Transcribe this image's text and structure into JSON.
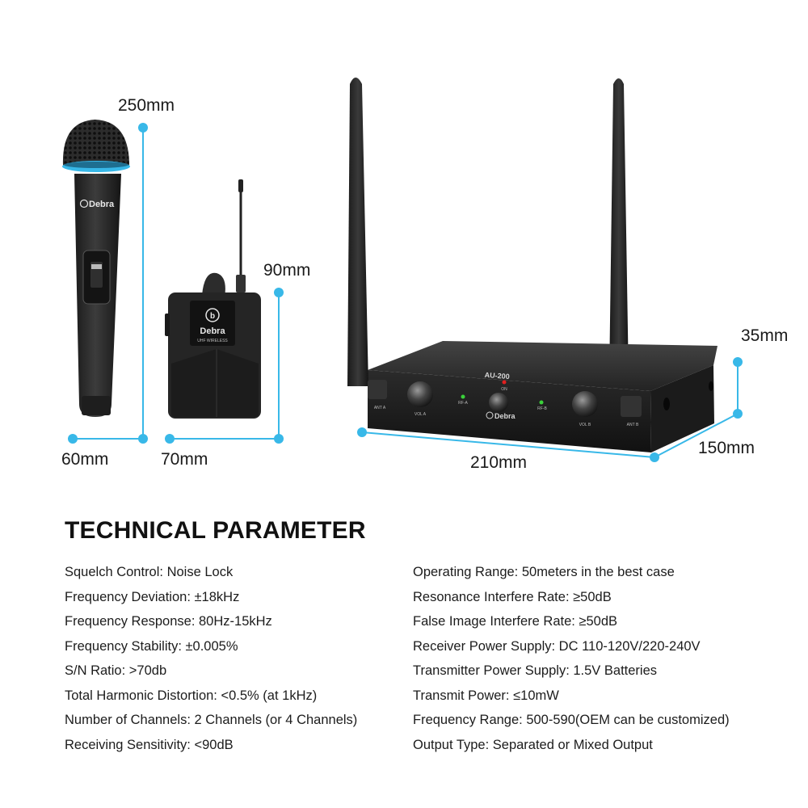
{
  "brand": "Debra",
  "dimensions": {
    "mic_height": "250mm",
    "mic_width": "60mm",
    "bodypack_height": "90mm",
    "bodypack_width": "70mm",
    "receiver_height": "35mm",
    "receiver_width": "210mm",
    "receiver_depth": "150mm"
  },
  "product_labels": {
    "mic_brand": "Debra",
    "bodypack_brand": "Debra",
    "bodypack_sub": "UHF WIRELESS",
    "receiver_model": "AU-200",
    "receiver_brand": "Debra",
    "ant_a": "ANT A",
    "ant_b": "ANT B",
    "vol_a": "VOL A",
    "vol_b": "VOL B",
    "rf_a": "RF-A",
    "rf_b": "RF-B",
    "power": "ON"
  },
  "colors": {
    "accent": "#38b8e8",
    "device_body": "#2a2a2a"
  },
  "specs": {
    "title": "TECHNICAL PARAMETER",
    "left": [
      "Squelch Control: Noise Lock",
      "Frequency Deviation: ±18kHz",
      "Frequency Response: 80Hz-15kHz",
      "Frequency Stability: ±0.005%",
      "S/N Ratio: >70db",
      "Total Harmonic Distortion: <0.5% (at 1kHz)",
      "Number of Channels: 2 Channels (or 4 Channels)",
      "Receiving Sensitivity: <90dB"
    ],
    "right": [
      "Operating Range: 50meters in the best case",
      "Resonance Interfere Rate: ≥50dB",
      "False Image Interfere Rate: ≥50dB",
      "Receiver Power Supply: DC 110-120V/220-240V",
      "Transmitter Power Supply: 1.5V Batteries",
      "Transmit Power: ≤10mW",
      "Frequency Range: 500-590(OEM can be customized)",
      "Output Type: Separated or Mixed Output"
    ]
  }
}
